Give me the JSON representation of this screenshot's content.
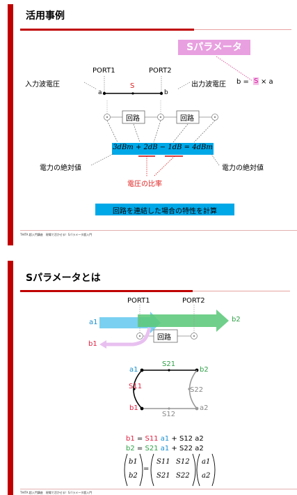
{
  "slide1": {
    "title": "活用事例",
    "s_param_box": "Sパラメータ",
    "input_label": "入力波電圧",
    "output_label": "出力波電圧",
    "port1": "PORT1",
    "port2": "PORT2",
    "a": "a",
    "b": "b",
    "s": "S",
    "formula_b": "b =",
    "formula_s": "S",
    "formula_a": "× a",
    "circuit1": "回路",
    "circuit2": "回路",
    "equation": "3dBm + 2dB − 1dB = 4dBm",
    "power_abs_left": "電力の絶対値",
    "power_abs_right": "電力の絶対値",
    "voltage_ratio": "電圧の比率",
    "calc_text": "回路を連結した場合の特性を計算",
    "footer": "THITA 超入門講座　現場で活かせる！Sパラメータ超入門"
  },
  "slide2": {
    "title": "Sパラメータとは",
    "port1": "PORT1",
    "port2": "PORT2",
    "a1": "a1",
    "b1": "b1",
    "b2": "b2",
    "circuit": "回路",
    "graph": {
      "a1": "a1",
      "b2": "b2",
      "b1": "b1",
      "a2": "a2",
      "s21": "S21",
      "s11": "S11",
      "s22": "S22",
      "s12": "S12"
    },
    "eq1": {
      "lhs": "b1",
      "eq": " = ",
      "t1": "S11",
      "v1": " a1",
      "plus": " + ",
      "t2": "S12 a2"
    },
    "eq2": {
      "lhs": "b2",
      "eq": " = ",
      "t1": "S21",
      "v1": " a1",
      "plus": " + ",
      "t2": "S22 a2"
    },
    "matrix": {
      "b1": "b1",
      "b2": "b2",
      "s11": "S11",
      "s12": "S12",
      "s21": "S21",
      "s22": "S22",
      "a1": "a1",
      "a2": "a2"
    },
    "footer": "THITA 超入門講座　現場で活かせる！Sパラメータ超入門"
  },
  "colors": {
    "red": "#c00000",
    "cyan": "#00a0e0",
    "green": "#38b050",
    "pink": "#e8a0e0",
    "magenta_text": "#d020a0",
    "blue_box": "#00a8e8"
  }
}
